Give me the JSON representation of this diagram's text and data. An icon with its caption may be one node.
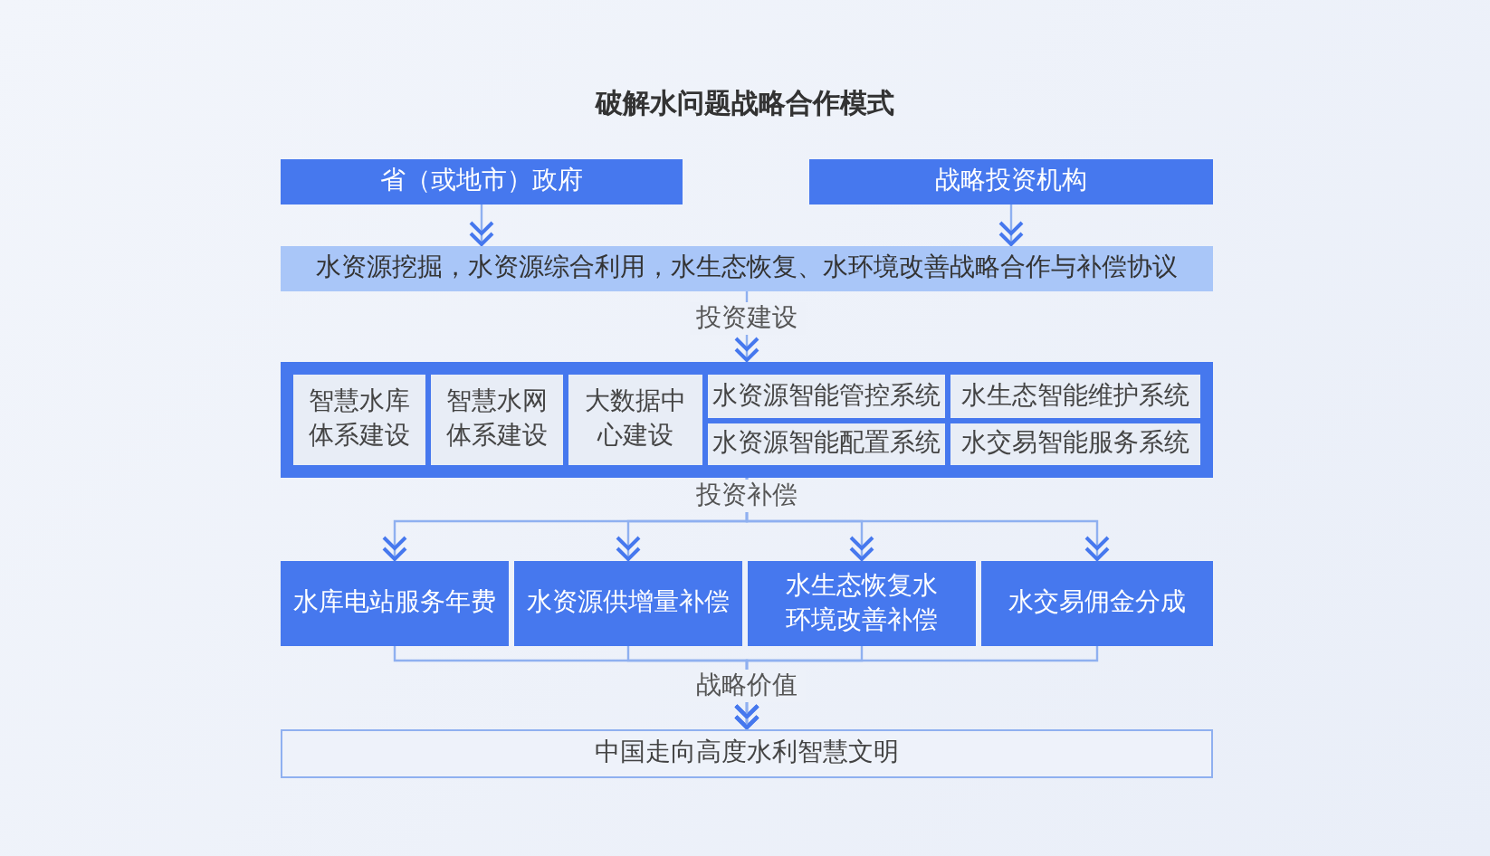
{
  "diagram": {
    "title": "破解水问题战略合作模式",
    "nodes": [
      {
        "text": [
          "省（或地市）政府"
        ]
      },
      {
        "text": [
          "战略投资机构"
        ]
      },
      {
        "text": [
          "水资源挖掘，水资源综合利用，水生态恢复、水环境改善战略合作与补偿协议"
        ]
      },
      {
        "text": [],
        "shape": "box"
      },
      {
        "text": [
          "智慧水库体系建设"
        ],
        "in": 3
      },
      {
        "text": [
          "智慧水网体系建设"
        ],
        "in": 3
      },
      {
        "text": [
          "大数据中心建设"
        ],
        "in": 3
      },
      {
        "text": [
          "水资源智能管控系统"
        ],
        "in": 3
      },
      {
        "text": [
          "水生态智能维护系统"
        ],
        "in": 3
      },
      {
        "text": [
          "水资源智能配置系统"
        ],
        "in": 3
      },
      {
        "text": [
          "水交易智能服务系统"
        ],
        "in": 3
      },
      {
        "text": [
          "水库电站服务年费"
        ]
      },
      {
        "text": [
          "水资源供增量补偿"
        ]
      },
      {
        "text": [
          "水生态恢复水环境改善补偿"
        ]
      },
      {
        "text": [
          "水交易佣金分成"
        ]
      },
      {
        "text": [
          "中国走向高度水利智慧文明"
        ]
      }
    ],
    "edges": [
      {
        "from": 0,
        "to": 2,
        "arrow": "to"
      },
      {
        "from": 1,
        "to": 2,
        "arrow": "to"
      },
      {
        "from": 2,
        "to": 3,
        "arrow": "to",
        "label": "投资建设"
      },
      {
        "from": 3,
        "to": 11,
        "arrow": "to",
        "label": "投资补偿"
      },
      {
        "from": 3,
        "to": 12,
        "arrow": "to"
      },
      {
        "from": 3,
        "to": 13,
        "arrow": "to"
      },
      {
        "from": 3,
        "to": 14,
        "arrow": "to"
      },
      {
        "from": 11,
        "to": 15,
        "arrow": "to",
        "label": "战略价值"
      },
      {
        "from": 12,
        "to": 15,
        "arrow": "to"
      },
      {
        "from": 13,
        "to": 15,
        "arrow": "to"
      },
      {
        "from": 14,
        "to": 15,
        "arrow": "to"
      }
    ]
  }
}
